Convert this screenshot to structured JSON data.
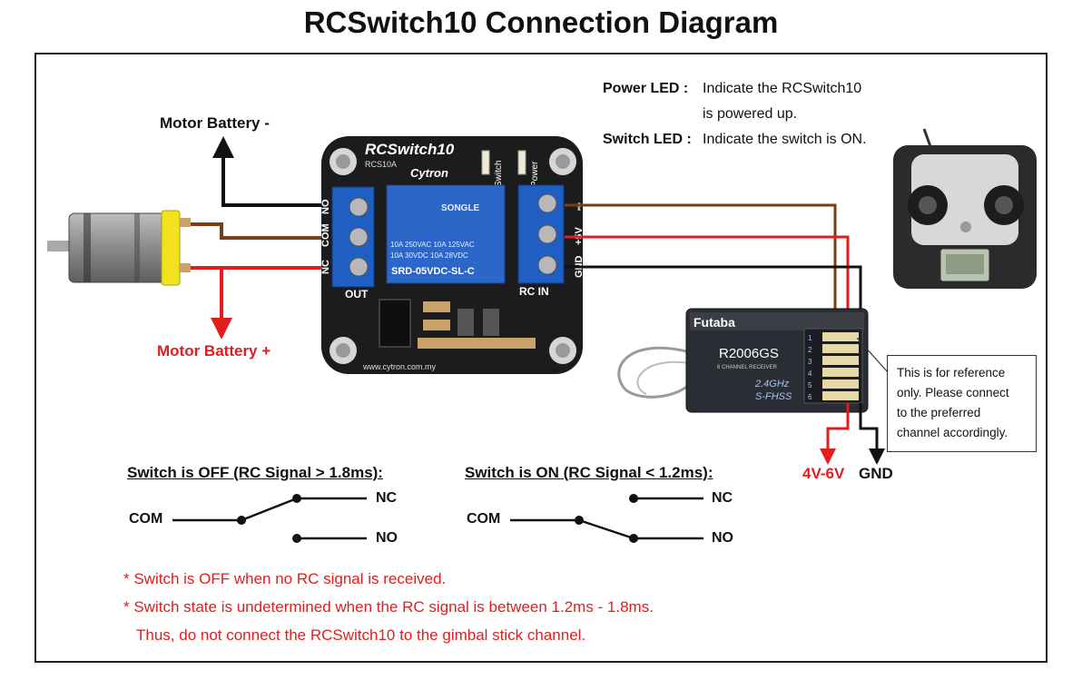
{
  "title": "RCSwitch10 Connection Diagram",
  "labels": {
    "motor_battery_neg": "Motor Battery -",
    "motor_battery_pos": "Motor Battery +",
    "power_led_key": "Power LED :",
    "power_led_text_1": "Indicate the RCSwitch10",
    "power_led_text_2": "is powered up.",
    "switch_led_key": "Switch LED :",
    "switch_led_text": "Indicate the switch is ON.",
    "volt": "4V-6V",
    "gnd": "GND"
  },
  "board": {
    "name": "RCSwitch10",
    "model": "RCS10A",
    "brand": "Cytron",
    "relay_brand": "SONGLE",
    "relay_spec_1": "10A 250VAC  10A 125VAC",
    "relay_spec_2": "10A  30VDC  10A  28VDC",
    "relay_model": "SRD-05VDC-SL-C",
    "out_terminal": [
      "NO",
      "COM",
      "NC"
    ],
    "in_terminal": [
      "⎓",
      "+5V",
      "GND"
    ],
    "out_label": "OUT",
    "in_label": "RC IN",
    "led_switch": "Switch",
    "led_power": "Power",
    "website": "www.cytron.com.my"
  },
  "receiver": {
    "brand": "Futaba",
    "model": "R2006GS",
    "desc": "6 CHANNEL RECEIVER",
    "band": "2.4GHz",
    "fhss": "S-FHSS",
    "channels": [
      "1",
      "2",
      "3",
      "4",
      "5",
      "6"
    ]
  },
  "reference_note": [
    "This is for reference",
    "only. Please connect",
    "to the preferred",
    "channel accordingly."
  ],
  "switch_off": {
    "heading": "Switch is OFF (RC Signal > 1.8ms):",
    "com": "COM",
    "nc": "NC",
    "no": "NO"
  },
  "switch_on": {
    "heading": "Switch is ON (RC Signal < 1.2ms):",
    "com": "COM",
    "nc": "NC",
    "no": "NO"
  },
  "notes": [
    "* Switch is OFF when no RC signal is received.",
    "* Switch state is undetermined when the RC signal is between 1.2ms - 1.8ms.",
    "Thus, do not connect the RCSwitch10 to the gimbal stick channel."
  ],
  "colors": {
    "red_wire": "#e11d1d",
    "brown_wire": "#7a3e12",
    "black_wire": "#111111",
    "board": "#1c1c1c",
    "terminal_blue": "#1f5fc4",
    "relay_blue": "#2c66c8"
  }
}
